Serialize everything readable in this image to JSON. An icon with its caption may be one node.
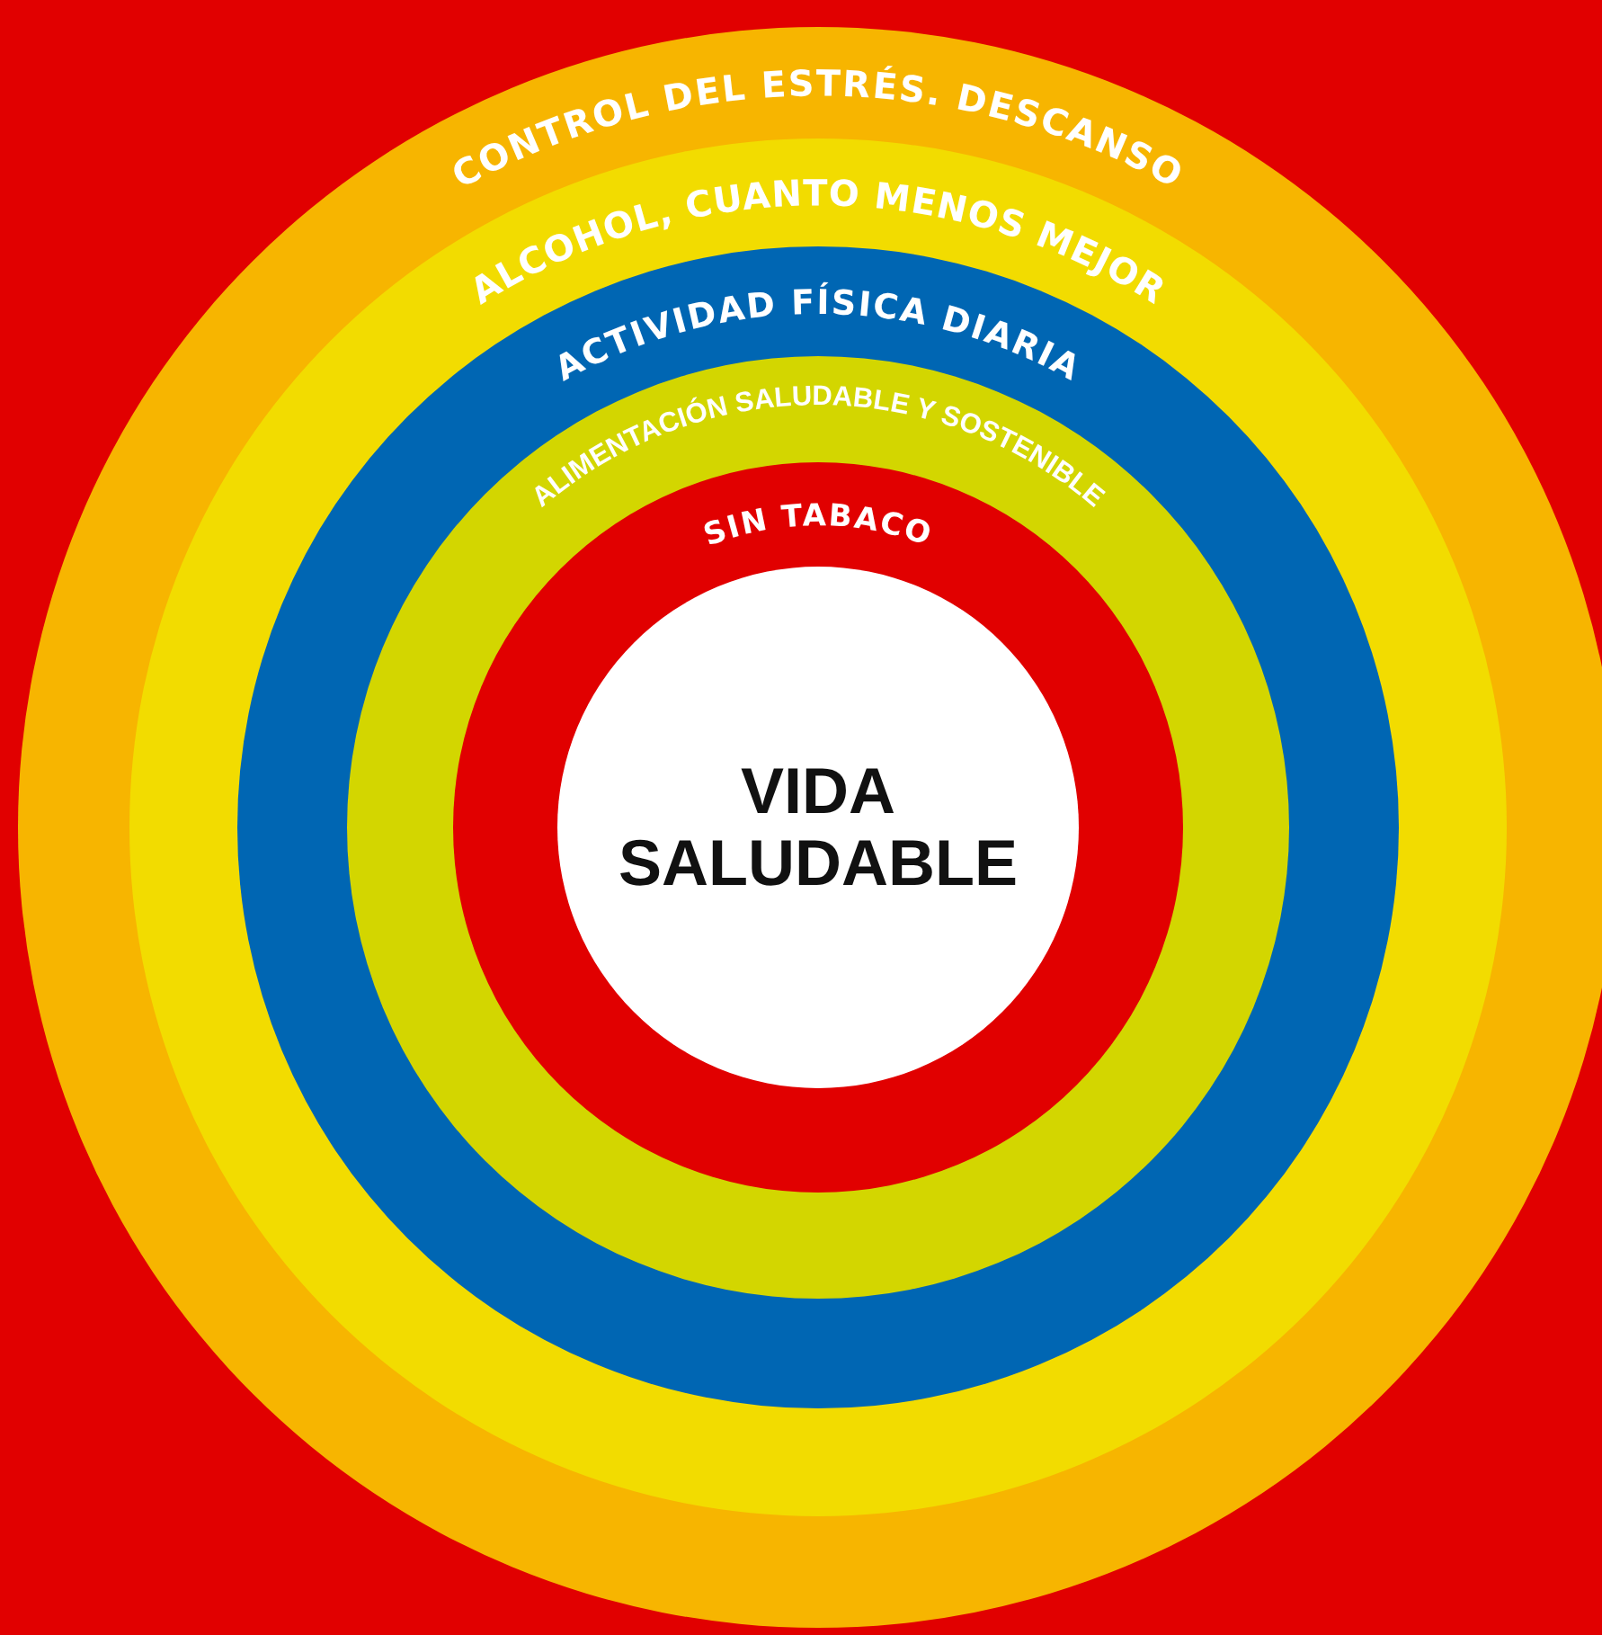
{
  "diagram": {
    "nodes": [
      {
        "text": [
          "CONTROL DEL ESTRÉS. DESCANSO"
        ]
      },
      {
        "text": [
          "ALCOHOL, CUANTO MENOS MEJOR"
        ],
        "in": 0
      },
      {
        "text": [
          "ACTIVIDAD FÍSICA DIARIA"
        ],
        "in": 1
      },
      {
        "text": [
          "ALIMENTACIÓN SALUDABLE Y SOSTENIBLE"
        ],
        "in": 2
      },
      {
        "text": [
          "SIN TABACO"
        ],
        "in": 3
      },
      {
        "text": [
          "VIDA SALUDABLE"
        ],
        "in": 4
      }
    ]
  }
}
